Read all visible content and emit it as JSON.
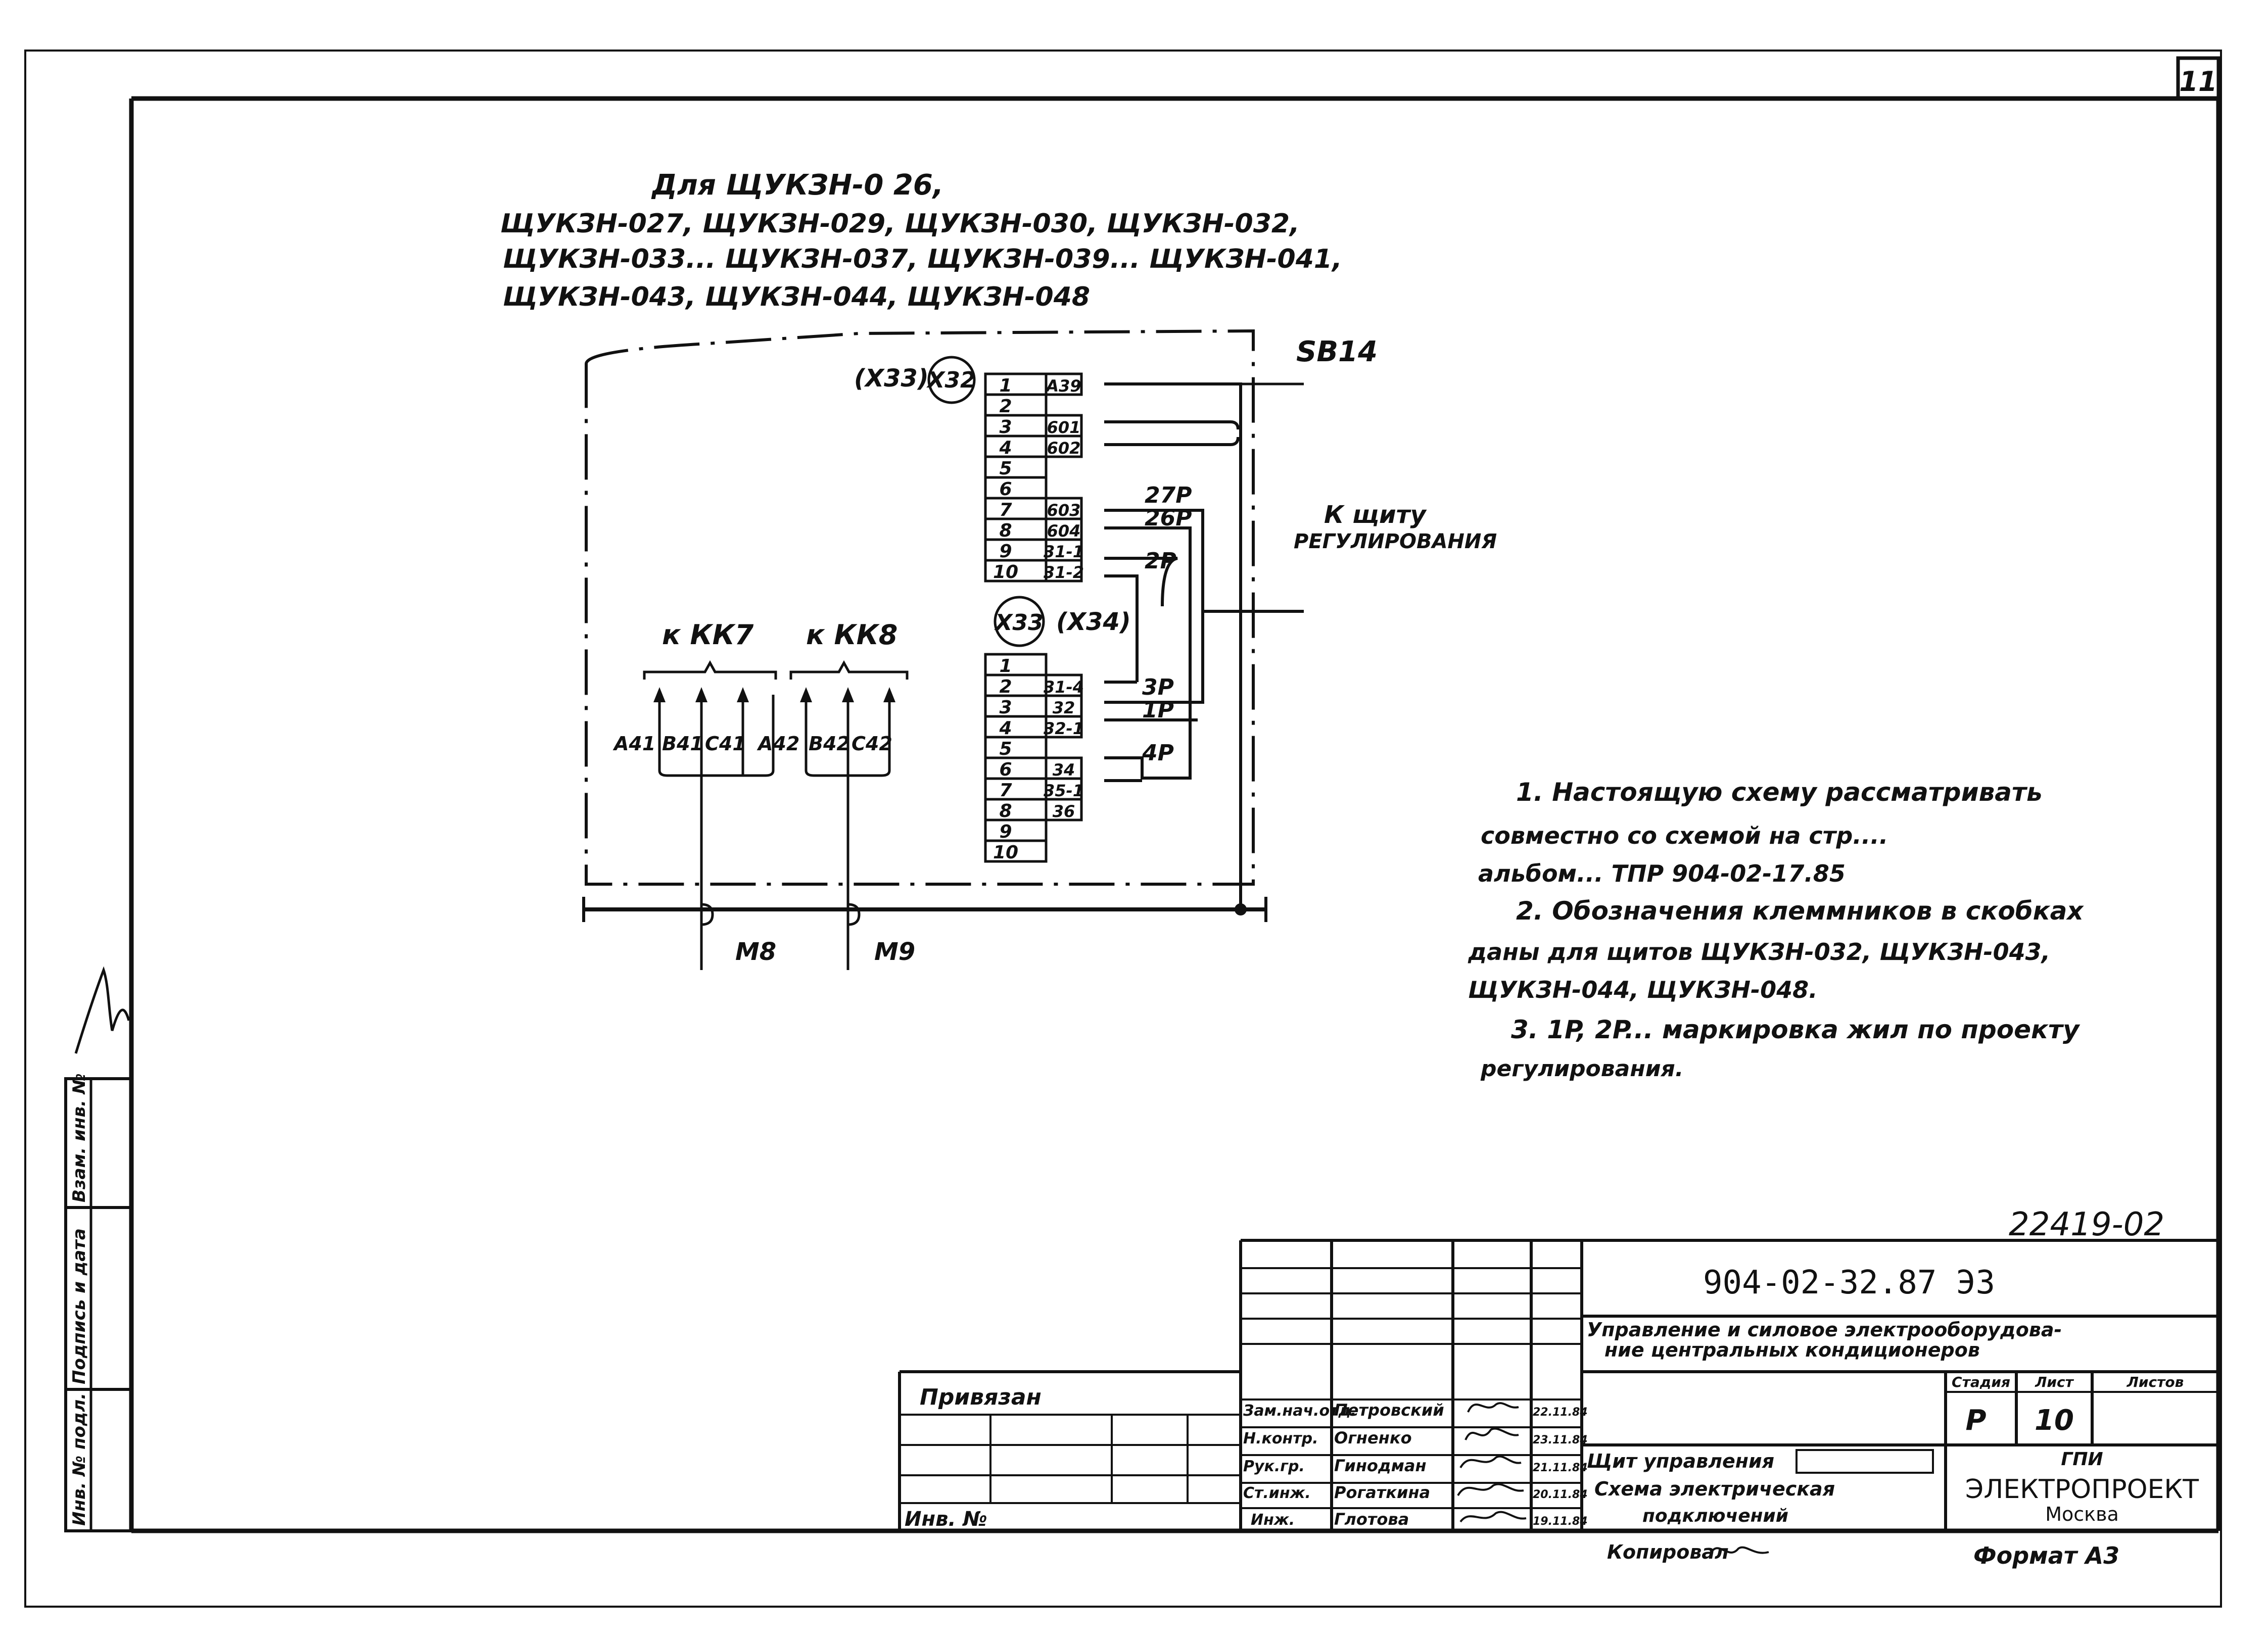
{
  "sheet_number": "11",
  "heading": {
    "lines": [
      "Для  ЩУКЗН-0 26,",
      "ЩУКЗН-027, ЩУКЗН-029, ЩУКЗН-030,  ЩУКЗН-032,",
      "ЩУКЗН-033... ЩУКЗН-037,  ЩУКЗН-039... ЩУКЗН-041,",
      "ЩУКЗН-043, ЩУКЗН-044,  ЩУКЗН-048"
    ]
  },
  "diagram": {
    "device_label": "SB14",
    "block_x32": {
      "label": "X32",
      "alt_label": "(X33)",
      "terminals": [
        "1",
        "2",
        "3",
        "4",
        "5",
        "6",
        "7",
        "8",
        "9",
        "10"
      ],
      "wires": [
        "A39",
        "",
        "601",
        "602",
        "",
        "",
        "603",
        "604",
        "31-1",
        "31-2"
      ]
    },
    "block_x33": {
      "label": "X33",
      "alt_label": "(X34)",
      "terminals": [
        "1",
        "2",
        "3",
        "4",
        "5",
        "6",
        "7",
        "8",
        "9",
        "10"
      ],
      "wires": [
        "",
        "31-4",
        "32",
        "32-1",
        "",
        "34",
        "35-1",
        "36",
        "",
        ""
      ]
    },
    "cable_marks": [
      "27P",
      "26P",
      "2P",
      "3P",
      "1P",
      "4P"
    ],
    "to_panel": [
      "К  щиту",
      "РЕГУЛИРОВАНИЯ"
    ],
    "group_kk7": "к  КК7",
    "group_kk8": "к  КК8",
    "group_kk7_wires": [
      "A41",
      "B41",
      "C41"
    ],
    "group_kk8_wires": [
      "A42",
      "B42",
      "C42"
    ],
    "motors": [
      "M8",
      "M9"
    ]
  },
  "notes": [
    "1.  Настоящую  схему  рассматривать",
    "совместно  со  схемой  на  стр....",
    "альбом...   ТПР 904-02-17.85",
    "2.  Обозначения  клеммников  в  скобках",
    "даны  для  щитов  ЩУКЗН-032,  ЩУКЗН-043,",
    "ЩУКЗН-044,  ЩУКЗН-048.",
    "3.  1P, 2P...  маркировка  жил  по  проекту",
    "регулирования."
  ],
  "inventory_number": "22419-02",
  "left_strip": [
    "Инв. № подл.",
    "Подпись и дата",
    "Взам. инв. №"
  ],
  "title_block": {
    "doc_code": "904-02-32.87    ЭЗ",
    "project_title": [
      "Управление  и  силовое  электрооборудова-",
      "ние  центральных  кондиционеров"
    ],
    "stage_hdr": "Стадия",
    "sheet_hdr": "Лист",
    "sheets_hdr": "Листов",
    "stage": "Р",
    "sheet": "10",
    "sheets": "",
    "linked": "Привязан",
    "inv_no": "Инв. №",
    "roles": [
      "Зам.нач.отд.",
      "Н.контр.",
      "Рук.гр.",
      "Ст.инж.",
      "Инж."
    ],
    "names": [
      "Петровский",
      "Огненко",
      "Гинодман",
      "Рогаткина",
      "Глотова"
    ],
    "dates": [
      "22.11.84",
      "23.11.84",
      "21.11.84",
      "20.11.84",
      "19.11.84"
    ],
    "drawing_title": [
      "Щит управления",
      "Схема электрическая",
      "подключений"
    ],
    "org": [
      "ГПИ",
      "ЭЛЕКТРОПРОЕКТ",
      "Москва"
    ],
    "copied": "Копировал",
    "format": "Формат  А3"
  }
}
